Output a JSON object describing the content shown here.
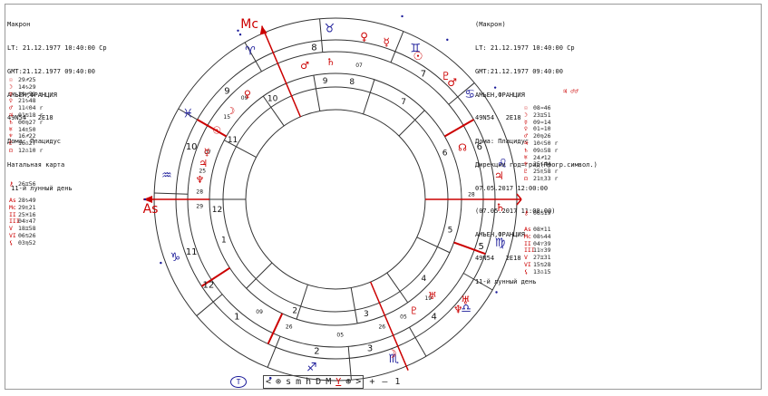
{
  "left_header": [
    "Макрон",
    "LT: 21.12.1977 10:40:00 Ср",
    "GMT:21.12.1977 09:40:00",
    "АМЬЕН,ФРАНЦИЯ",
    "49N54   2E18",
    "Дома: Плацидус",
    "Натальная карта",
    " 11-й лунный день"
  ],
  "right_header": [
    "(Макрон)",
    "LT: 21.12.1977 10:40:00 Ср",
    "GMT:21.12.1977 09:40:00",
    "АМЬЕН,ФРАНЦИЯ",
    "49N54   2E18",
    "Дома: Плацидус",
    "Дирекции год=град(Прогр.символ.)",
    "07.05.2017 12:00:00",
    "(07.05.2017 11:00:00)",
    "АМЬЕН,ФРАНЦИЯ",
    "49N54   2E18",
    "11-й лунный день"
  ],
  "left_planets": [
    {
      "g": "☉",
      "t": "29♐25"
    },
    {
      "g": "☽",
      "t": "14♑29"
    },
    {
      "g": "☿",
      "t": "29♐52 r"
    },
    {
      "g": "♀",
      "t": "21♑48"
    },
    {
      "g": "♂",
      "t": "11♌04 r"
    },
    {
      "g": "♃",
      "t": "01♋18 r"
    },
    {
      "g": "♄",
      "t": "00♍27 r"
    },
    {
      "g": "♅",
      "t": "14♏50"
    },
    {
      "g": "♆",
      "t": "16♐22"
    },
    {
      "g": "♇",
      "t": "16♎27"
    },
    {
      "g": "☊",
      "t": "12♎10 r"
    }
  ],
  "left_planets2": [
    {
      "g": "⚷",
      "t": "26♊56"
    }
  ],
  "left_angles": [
    {
      "g": "As",
      "t": "28♑49"
    },
    {
      "g": "Mc",
      "t": "29♏21"
    },
    {
      "g": "II",
      "t": "25♓16"
    },
    {
      "g": "III",
      "t": "04♉47"
    },
    {
      "g": "V",
      "t": "18♊58"
    },
    {
      "g": "VI",
      "t": "06♋26"
    },
    {
      "g": "⚸",
      "t": "03♍52"
    }
  ],
  "right_planets": [
    {
      "g": "☉",
      "t": "08♒46"
    },
    {
      "g": "☽",
      "t": "23♊51"
    },
    {
      "g": "☿",
      "t": "09♒14"
    },
    {
      "g": "♀",
      "t": "01♒10"
    },
    {
      "g": "♂",
      "t": "20♍26"
    },
    {
      "g": "♃",
      "t": "10♌50 r"
    },
    {
      "g": "♄",
      "t": "09♎58 r"
    },
    {
      "g": "♅",
      "t": "24♐12"
    },
    {
      "g": "♆",
      "t": "25♑44"
    },
    {
      "g": "♇",
      "t": "25♏58 r"
    },
    {
      "g": "☊",
      "t": "21♏33 r"
    }
  ],
  "right_planets2": [
    {
      "g": "⚷",
      "t": "06♋19"
    }
  ],
  "right_angles": [
    {
      "g": "As",
      "t": "08♓11"
    },
    {
      "g": "Mc",
      "t": "08♑44"
    },
    {
      "g": "II",
      "t": "04♈39"
    },
    {
      "g": "III",
      "t": "11♉39"
    },
    {
      "g": "V",
      "t": "27♊31"
    },
    {
      "g": "VI",
      "t": "15♋28"
    },
    {
      "g": "⚸",
      "t": "13♎15"
    }
  ],
  "stop_note": "♃ ♂♂",
  "chart": {
    "mc_label": "Mc",
    "as_label": "As",
    "outer_signs": [
      "♑",
      "♒",
      "♓",
      "♈",
      "♉",
      "♊",
      "♋",
      "♌",
      "♍",
      "♎",
      "♏",
      "♐"
    ],
    "inner_houses": [
      "1",
      "2",
      "3",
      "4",
      "5",
      "6",
      "7",
      "8",
      "9",
      "10",
      "11",
      "12"
    ],
    "outer_houses": [
      "1",
      "2",
      "3",
      "4",
      "5",
      "6",
      "7",
      "8",
      "9",
      "10",
      "11",
      "12"
    ],
    "degree_labels": [
      "28",
      "29",
      "26",
      "26",
      "05",
      "19",
      "28",
      "05",
      "07",
      "25",
      "07",
      "09",
      "09",
      "15"
    ],
    "planet_inner": [
      "♄",
      "♂",
      "♃",
      "♆",
      "☉",
      "☿",
      "☽",
      "♀",
      "♅",
      "♇",
      "☊"
    ],
    "planet_outer": [
      "♃",
      "♄",
      "♀",
      "♂",
      "☽",
      "☿",
      "☉",
      "♅",
      "♆",
      "♇"
    ]
  },
  "toolbar": {
    "items": [
      "<",
      "⊚",
      "s",
      "m",
      "h",
      "D",
      "M",
      "Y",
      "⊛",
      ">"
    ],
    "selected": "Y",
    "extra": [
      "+",
      "—",
      "1"
    ],
    "logo": "T"
  }
}
